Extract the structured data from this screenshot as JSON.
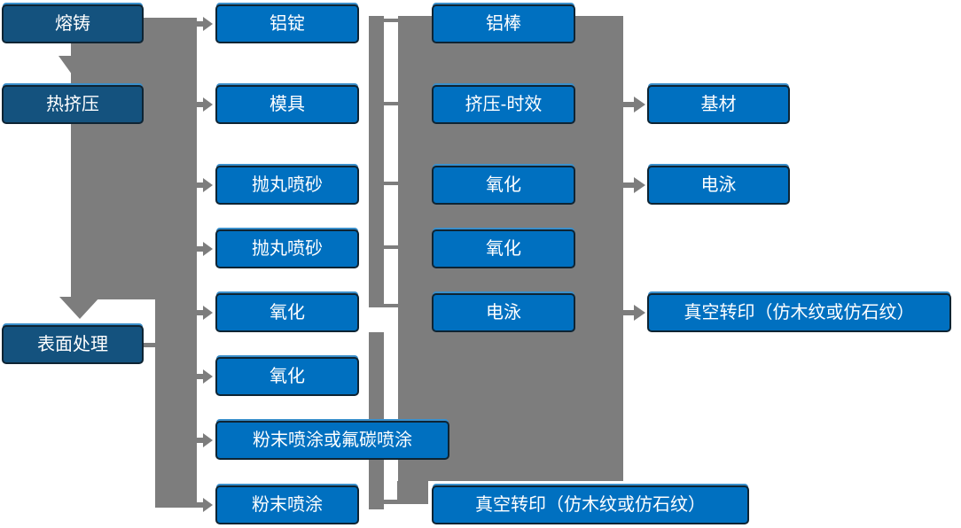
{
  "diagram_type": "process-flowchart",
  "colors": {
    "node_blue": "#0070C0",
    "stage_blue": "#14527E",
    "node_border": "#0E2433",
    "node_highlight": "#3A8FCB",
    "connector_gray": "#7D7D7D",
    "text_white": "#FFFFFF"
  },
  "columns": [
    {
      "id": "stages",
      "items": [
        {
          "label": "熔铸"
        },
        {
          "label": "热挤压"
        },
        {
          "label": "表面处理"
        }
      ]
    },
    {
      "id": "column-2",
      "items": [
        {
          "label": "铝锭"
        },
        {
          "label": "模具"
        },
        {
          "label": "抛丸喷砂"
        },
        {
          "label": "抛丸喷砂"
        },
        {
          "label": "氧化"
        },
        {
          "label": "氧化"
        },
        {
          "label": "粉末喷涂或氟碳喷涂"
        },
        {
          "label": "粉末喷涂"
        }
      ]
    },
    {
      "id": "column-3",
      "items": [
        {
          "label": "铝棒"
        },
        {
          "label": "挤压-时效"
        },
        {
          "label": "氧化"
        },
        {
          "label": "氧化"
        },
        {
          "label": "电泳"
        },
        {
          "label": "真空转印（仿木纹或仿石纹）"
        }
      ]
    },
    {
      "id": "column-4",
      "items": [
        {
          "label": "基材"
        },
        {
          "label": "电泳"
        },
        {
          "label": "真空转印（仿木纹或仿石纹）"
        }
      ]
    }
  ],
  "connections": {
    "down_arrows": [
      "熔铸→热挤压",
      "热挤压→表面处理"
    ],
    "left_trunk_feeds": [
      "铝锭",
      "模具",
      "抛丸喷砂",
      "抛丸喷砂",
      "氧化",
      "氧化",
      "粉末喷涂或氟碳喷涂",
      "粉末喷涂"
    ],
    "middle_rail_rows": [
      "铝棒",
      "挤压-时效",
      "氧化",
      "氧化",
      "电泳",
      "真空转印（仿木纹或仿石纹）"
    ],
    "right_arrows": [
      "挤压-时效→基材",
      "氧化→电泳",
      "电泳→真空转印（仿木纹或仿石纹）"
    ]
  }
}
